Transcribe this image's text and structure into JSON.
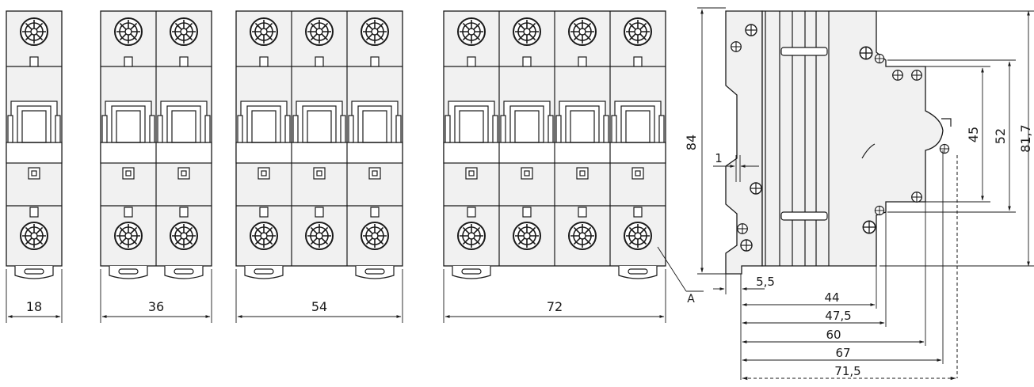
{
  "breakers": [
    {
      "poles": 1,
      "width_label": "18"
    },
    {
      "poles": 2,
      "width_label": "36"
    },
    {
      "poles": 3,
      "width_label": "54"
    },
    {
      "poles": 4,
      "width_label": "72"
    }
  ],
  "side_view": {
    "height_label": "84",
    "gap_label": "1",
    "offset_label": "5,5",
    "callout_label": "A",
    "vertical_dims": [
      "45",
      "52",
      "81,7"
    ],
    "depth_dims": [
      "44",
      "47,5",
      "60",
      "67",
      "71,5"
    ]
  }
}
